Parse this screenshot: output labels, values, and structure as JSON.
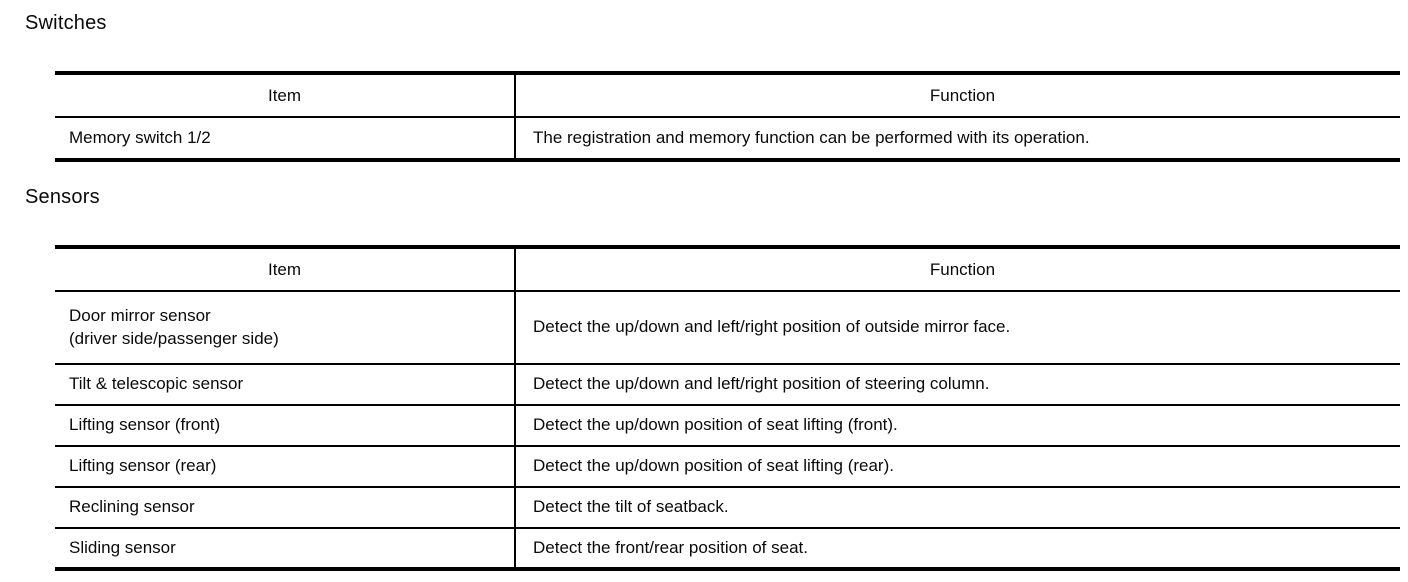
{
  "sections": [
    {
      "heading": "Switches",
      "table": {
        "headers": [
          "Item",
          "Function"
        ],
        "rows": [
          {
            "item": "Memory switch 1/2",
            "function": "The registration and memory function can be performed with its operation."
          }
        ]
      }
    },
    {
      "heading": "Sensors",
      "table": {
        "headers": [
          "Item",
          "Function"
        ],
        "rows": [
          {
            "item": "Door mirror sensor\n(driver side/passenger side)",
            "function": "Detect the up/down and left/right position of outside mirror face."
          },
          {
            "item": "Tilt & telescopic sensor",
            "function": "Detect the up/down and left/right position of steering column."
          },
          {
            "item": "Lifting sensor (front)",
            "function": "Detect the up/down position of seat lifting (front)."
          },
          {
            "item": "Lifting sensor (rear)",
            "function": "Detect the up/down position of seat lifting (rear)."
          },
          {
            "item": "Reclining sensor",
            "function": "Detect the tilt of seatback."
          },
          {
            "item": "Sliding sensor",
            "function": "Detect the front/rear position of seat."
          }
        ]
      }
    }
  ],
  "colors": {
    "text": "#000000",
    "background": "#ffffff",
    "rule": "#000000"
  }
}
